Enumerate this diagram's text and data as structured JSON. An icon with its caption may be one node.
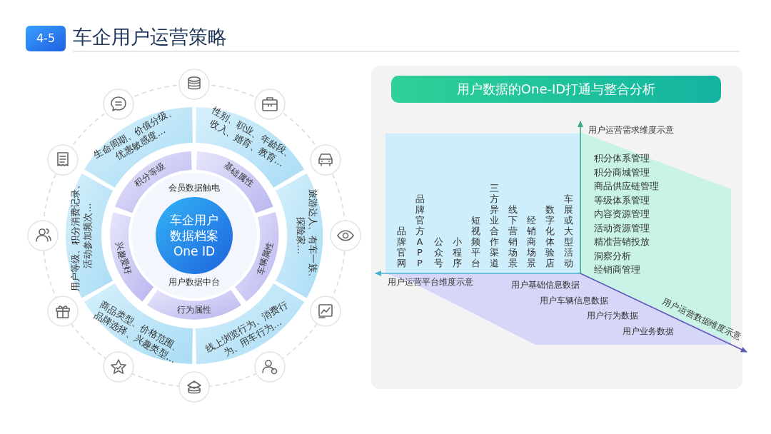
{
  "diagram": {
    "title": "车企用户运营策略",
    "nodes": [
      {
        "text": [
          "4-5"
        ]
      },
      {
        "text": [
          "车企用户数据档案 One ID"
        ]
      },
      {
        "text": [
          "积分等级"
        ]
      },
      {
        "text": [
          "基础属性"
        ]
      },
      {
        "text": [
          "车辆属性"
        ]
      },
      {
        "text": [
          "行为属性"
        ]
      },
      {
        "text": [
          "兴趣爱好"
        ]
      },
      {
        "text": [
          "生命周期、价值分级、优惠敏感度…"
        ]
      },
      {
        "text": [
          "性别、职业、年龄段、收入、婚育、教育…"
        ]
      },
      {
        "text": [
          "旅游达人、有车一族、探险家…"
        ]
      },
      {
        "text": [
          "线上浏览行为、消费行为、用车行为…"
        ]
      },
      {
        "text": [
          "商品类型、价格范围、品牌选择、兴趣类型…"
        ]
      },
      {
        "text": [
          "用户等级、积分消费记录、活动参加频次…"
        ]
      },
      {
        "text": [
          "用户数据的One-ID打通与整合分析"
        ]
      }
    ],
    "labels": [
      "会员数据触电",
      "用户数据中台",
      "用户运营需求维度示意",
      "品牌官网",
      "品牌官方APP",
      "公众号",
      "小程序",
      "短视频平台",
      "三方异业合作渠道",
      "线下营销场景",
      "经销商场景",
      "数字化体验店",
      "车展或大型活动",
      "积分体系管理",
      "积分商城管理",
      "商品供应链管理",
      "等级体系管理",
      "内容资源管理",
      "活动资源管理",
      "精准营销投放",
      "洞察分析",
      "经销商管理",
      "用户运营平台维度示意",
      "用户基础信息数据",
      "用户车辆信息数据",
      "用户行为数据",
      "用户业务数据",
      "用户运营数据维度示意"
    ]
  }
}
